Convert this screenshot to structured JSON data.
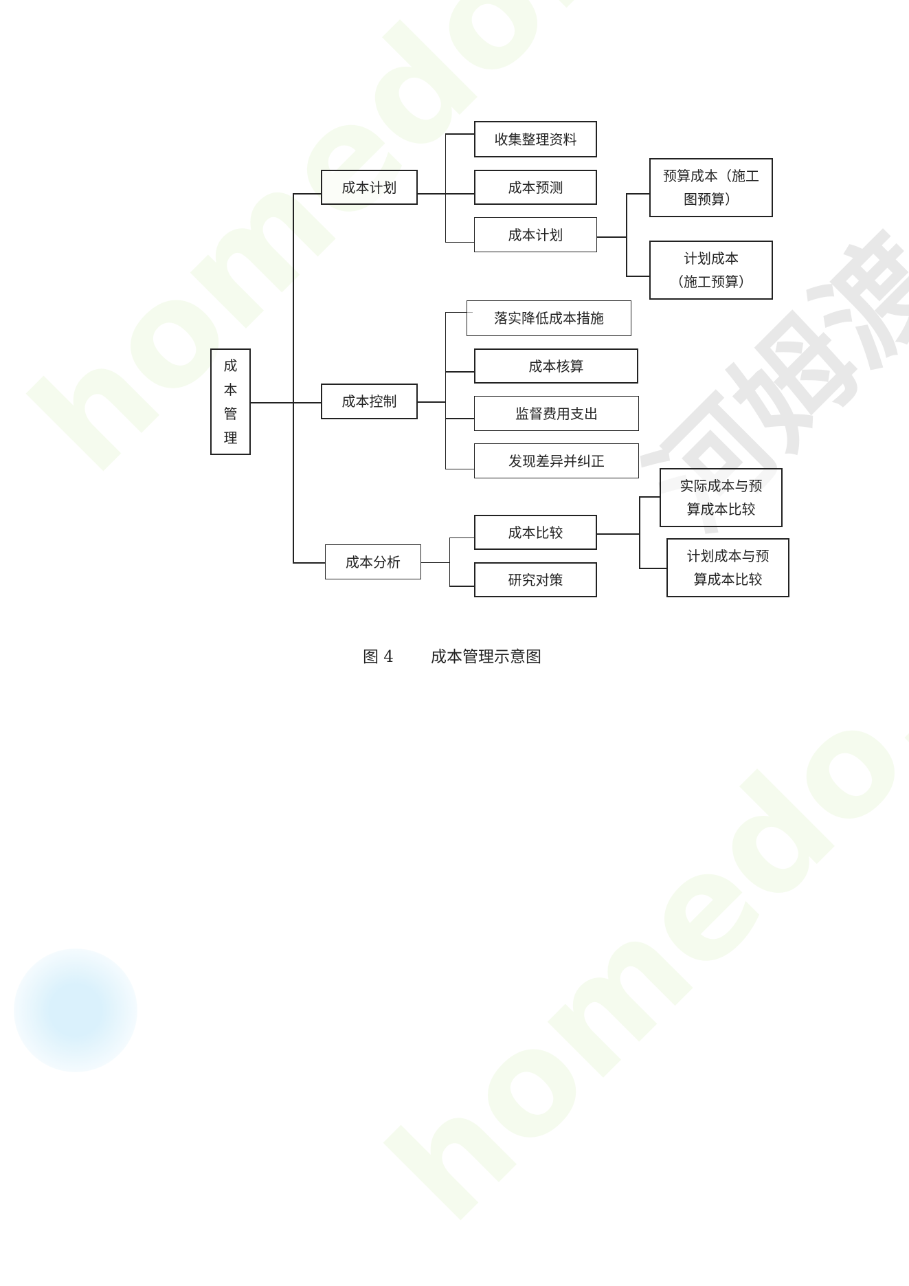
{
  "diagram": {
    "root": {
      "chars": [
        "成",
        "本",
        "管",
        "理"
      ],
      "label": "成本管理"
    },
    "branches": [
      {
        "label": "成本计划",
        "children": [
          {
            "label": "收集整理资料"
          },
          {
            "label": "成本预测"
          },
          {
            "label": "成本计划",
            "children": [
              {
                "label": "预算成本（施工图预算）",
                "line1": "预算成本（施工",
                "line2": "图预算）"
              },
              {
                "label": "计划成本（施工预算）",
                "line1": "计划成本",
                "line2": "（施工预算）"
              }
            ]
          }
        ]
      },
      {
        "label": "成本控制",
        "children": [
          {
            "label": "落实降低成本措施"
          },
          {
            "label": "成本核算"
          },
          {
            "label": "监督费用支出"
          },
          {
            "label": "发现差异并纠正"
          }
        ]
      },
      {
        "label": "成本分析",
        "children": [
          {
            "label": "成本比较",
            "children": [
              {
                "label": "实际成本与预算成本比较",
                "line1": "实际成本与预",
                "line2": "算成本比较"
              },
              {
                "label": "计划成本与预算成本比较",
                "line1": "计划成本与预",
                "line2": "算成本比较"
              }
            ]
          },
          {
            "label": "研究对策"
          }
        ]
      }
    ]
  },
  "caption": {
    "number": "图 4",
    "title": "成本管理示意图"
  },
  "watermark": {
    "text": "homedo.com",
    "brand": "河姆渡"
  }
}
